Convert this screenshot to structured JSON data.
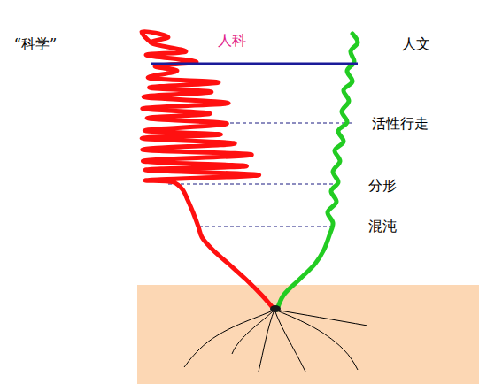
{
  "diagram": {
    "labels": [
      "“科学”",
      "人科",
      "人文",
      "活性行走",
      "分形",
      "混沌"
    ]
  }
}
